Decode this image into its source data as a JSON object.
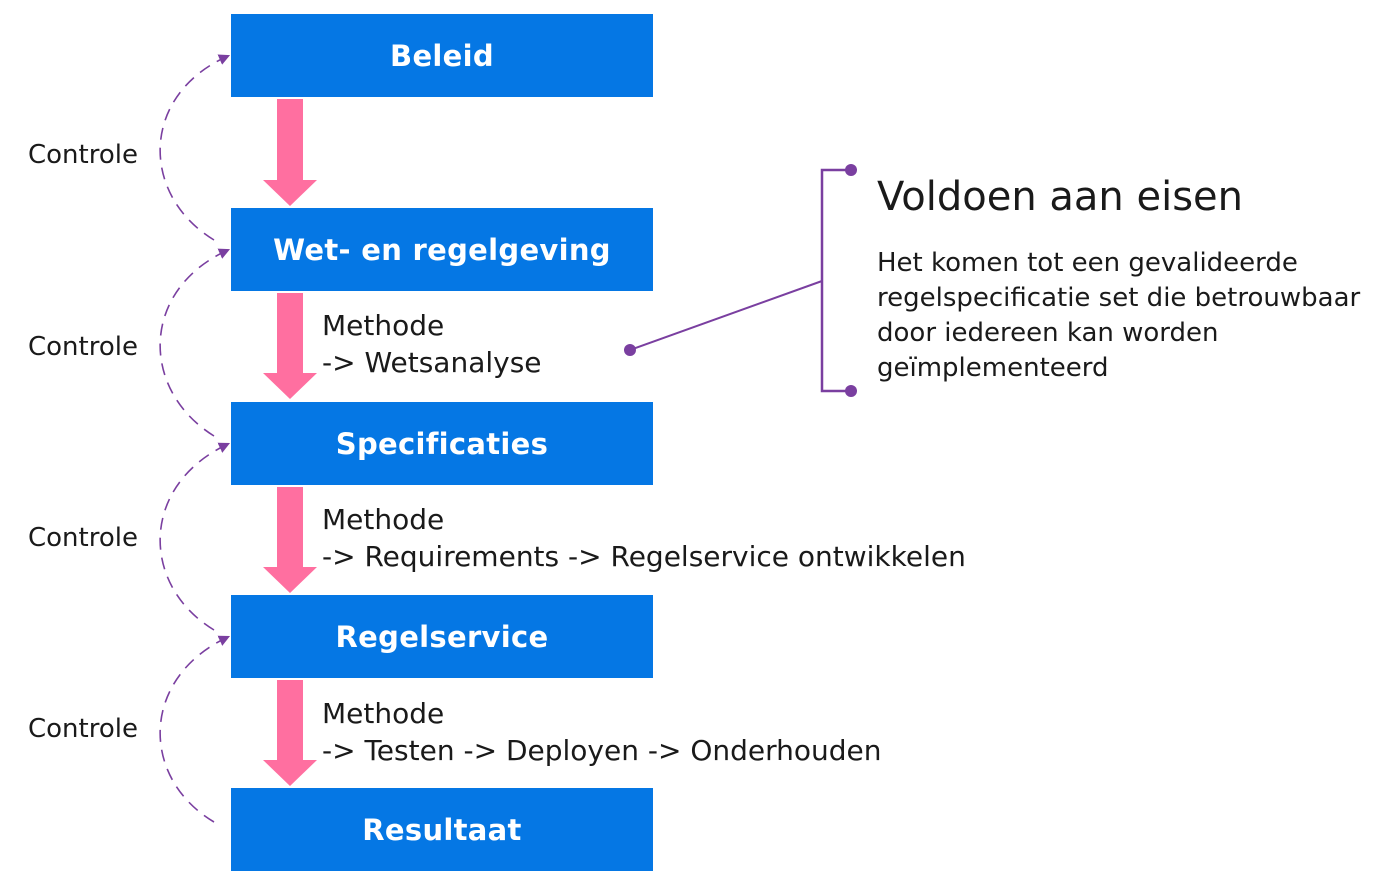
{
  "colors": {
    "box": "#0577e4",
    "flow_arrow": "#ff6fa0",
    "controle_arrow": "#7a3fa0",
    "connector": "#7a3fa0"
  },
  "steps": [
    {
      "label": "Beleid"
    },
    {
      "label": "Wet- en regelgeving"
    },
    {
      "label": "Specificaties"
    },
    {
      "label": "Regelservice"
    },
    {
      "label": "Resultaat"
    }
  ],
  "controle_label": "Controle",
  "methods": [
    {
      "title": "Methode",
      "detail": "-> Wetsanalyse"
    },
    {
      "title": "Methode",
      "detail": "-> Requirements -> Regelservice ontwikkelen"
    },
    {
      "title": "Methode",
      "detail": "-> Testen -> Deployen -> Onderhouden"
    }
  ],
  "requirement": {
    "title": "Voldoen aan eisen",
    "text": "Het komen tot een gevalideerde regelspecificatie set die betrouwbaar door iedereen kan worden geïmplementeerd"
  }
}
